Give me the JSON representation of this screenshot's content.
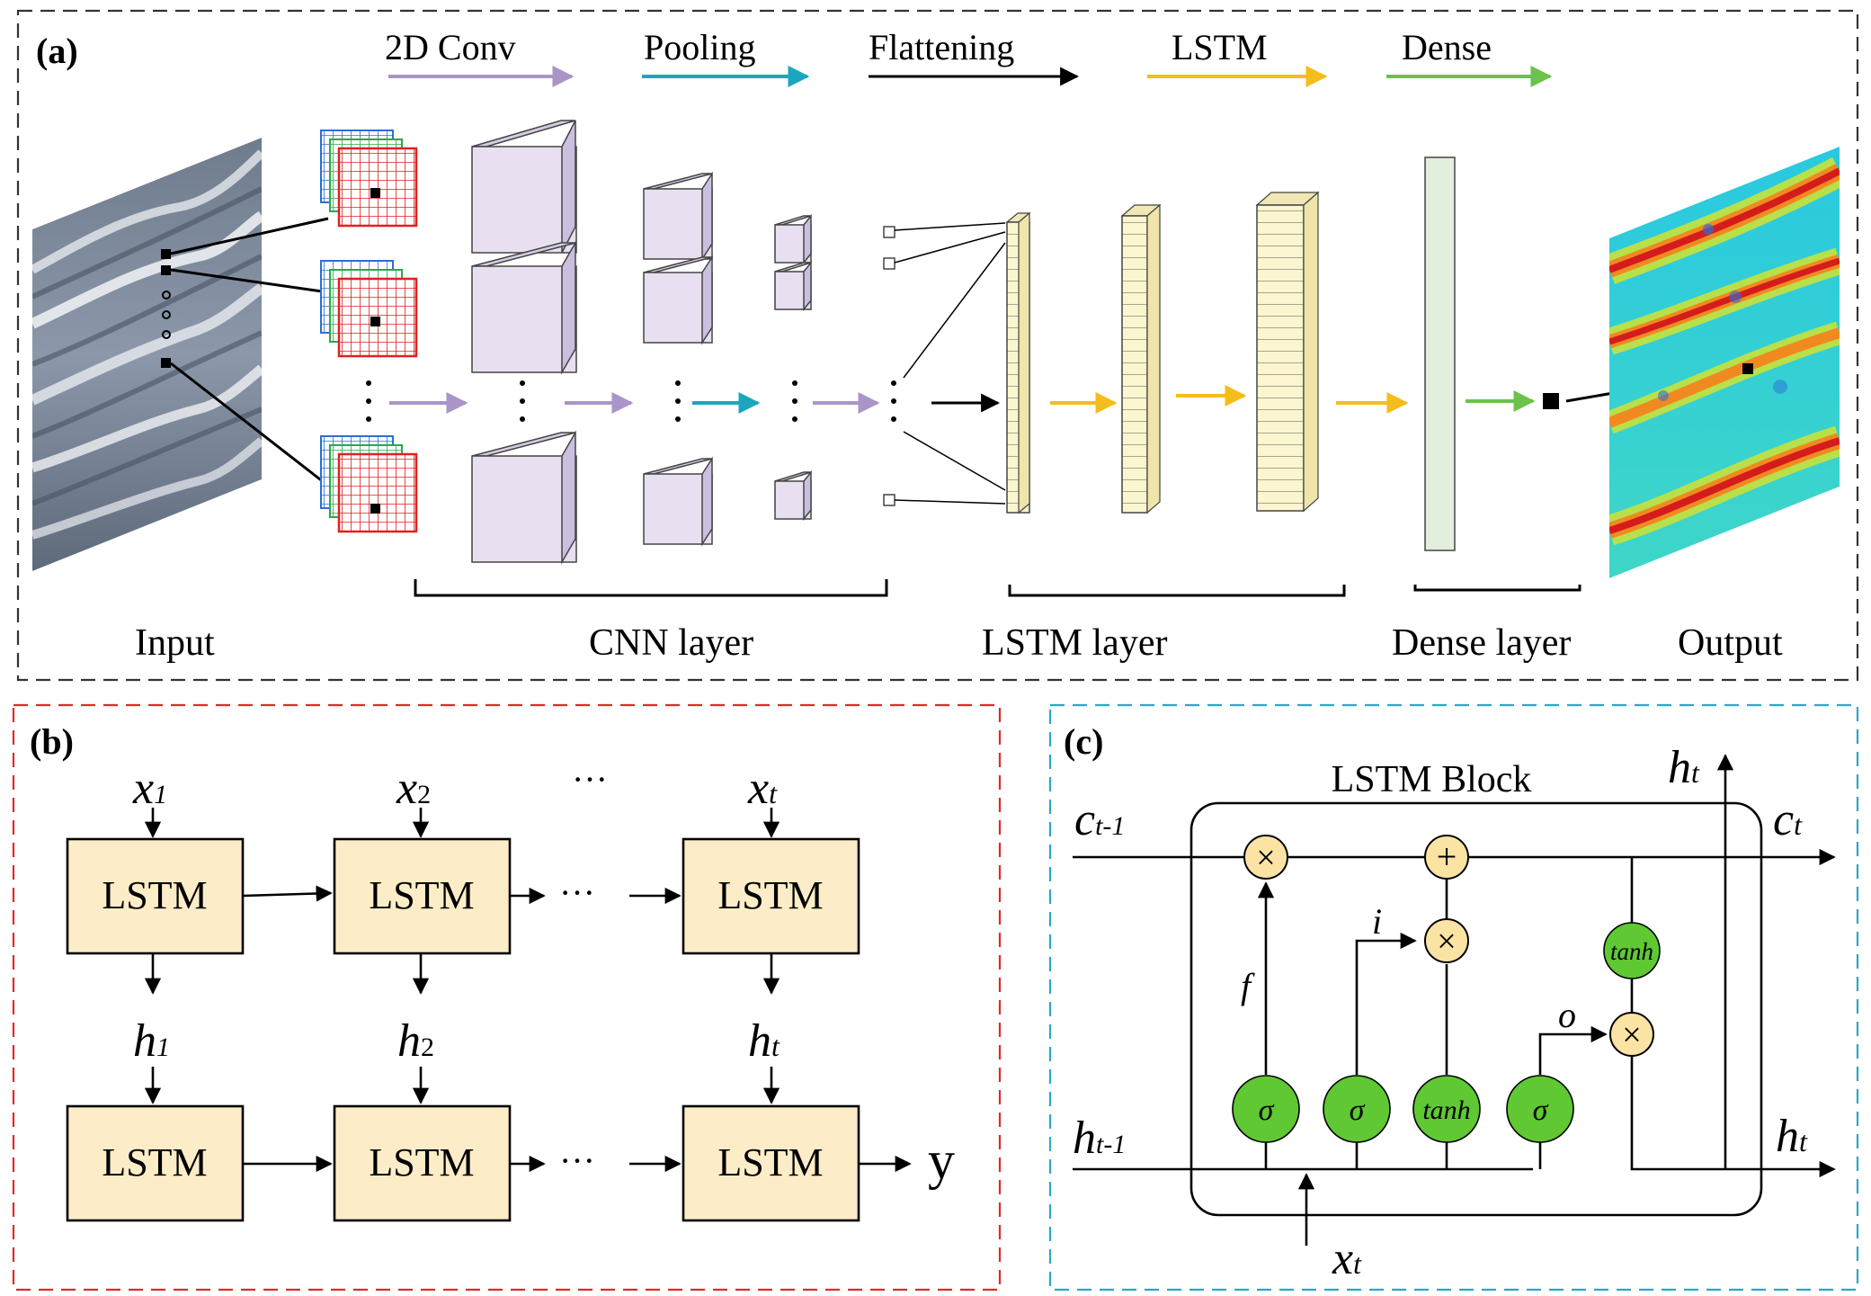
{
  "panel_a": {
    "label": "(a)",
    "legend": [
      {
        "label": "2D Conv",
        "color": "#a995c7"
      },
      {
        "label": "Pooling",
        "color": "#1aa7bd"
      },
      {
        "label": "Flattening",
        "color": "#000000"
      },
      {
        "label": "LSTM",
        "color": "#f5bd1b"
      },
      {
        "label": "Dense",
        "color": "#6cc24a"
      }
    ],
    "captions": {
      "input": "Input",
      "cnn": "CNN layer",
      "lstm": "LSTM layer",
      "dense": "Dense layer",
      "output": "Output"
    },
    "colors": {
      "border": "#333333",
      "block_fill": "#e8e0f0",
      "lstm_fill": "#fbf6cf",
      "dense_fill": "#e4eedc",
      "grid_red": "#e02020",
      "grid_green": "#2aa84a",
      "grid_blue": "#2a6fd6"
    }
  },
  "panel_b": {
    "label": "(b)",
    "inputs": [
      {
        "base": "x",
        "sub": "1"
      },
      {
        "base": "x",
        "sub": "2"
      },
      {
        "base": "x",
        "sub": "t"
      }
    ],
    "hidden": [
      {
        "base": "h",
        "sub": "1"
      },
      {
        "base": "h",
        "sub": "2"
      },
      {
        "base": "h",
        "sub": "t"
      }
    ],
    "cell_label": "LSTM",
    "ellipsis": "···",
    "output": "y",
    "colors": {
      "border": "#e02a2a",
      "cell_fill": "#fcedc8"
    }
  },
  "panel_c": {
    "label": "(c)",
    "block_title": "LSTM Block",
    "c_prev": {
      "base": "c",
      "sub": "t-1"
    },
    "c_next": {
      "base": "c",
      "sub": "t"
    },
    "h_prev": {
      "base": "h",
      "sub": "t-1"
    },
    "h_next": {
      "base": "h",
      "sub": "t"
    },
    "h_top": {
      "base": "h",
      "sub": "t"
    },
    "x_in": {
      "base": "x",
      "sub": "t"
    },
    "gates": {
      "f": "f",
      "i": "i",
      "o": "o"
    },
    "sigma": "σ",
    "tanh": "tanh",
    "times": "×",
    "plus": "+",
    "colors": {
      "border": "#2aa8c4",
      "gate_fill": "#5fc832",
      "op_fill": "#fbe3a3"
    }
  }
}
